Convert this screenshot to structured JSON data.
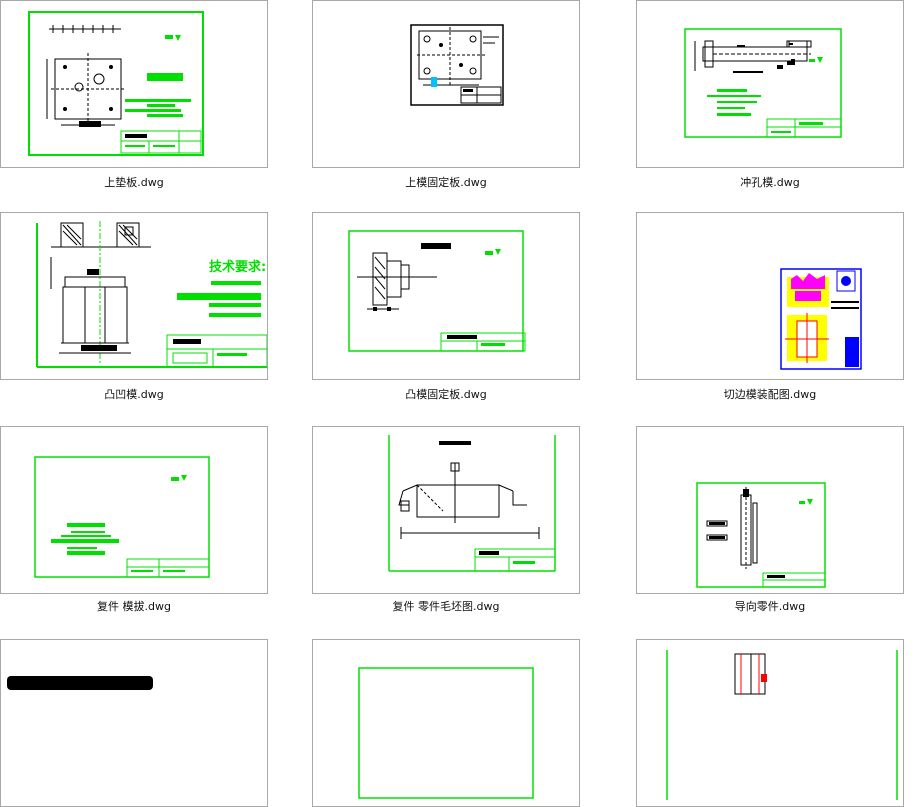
{
  "files": [
    {
      "name": "上垫板.dwg"
    },
    {
      "name": "上模固定板.dwg"
    },
    {
      "name": "冲孔模.dwg"
    },
    {
      "name": "凸凹模.dwg"
    },
    {
      "name": "凸模固定板.dwg"
    },
    {
      "name": "切边模装配图.dwg"
    },
    {
      "name": "复件 模拔.dwg"
    },
    {
      "name": "复件 零件毛坯图.dwg"
    },
    {
      "name": "导向零件.dwg"
    },
    {
      "name": ""
    },
    {
      "name": ""
    },
    {
      "name": ""
    }
  ],
  "drawing_text": {
    "tech_req": "技术要求:"
  },
  "colors": {
    "frame": "#00e000",
    "line": "#000000",
    "tile_border": "#a8a8a8",
    "blue": "#0000ff",
    "magenta": "#ff00ff",
    "yellow": "#ffff00",
    "red": "#ff0000"
  }
}
